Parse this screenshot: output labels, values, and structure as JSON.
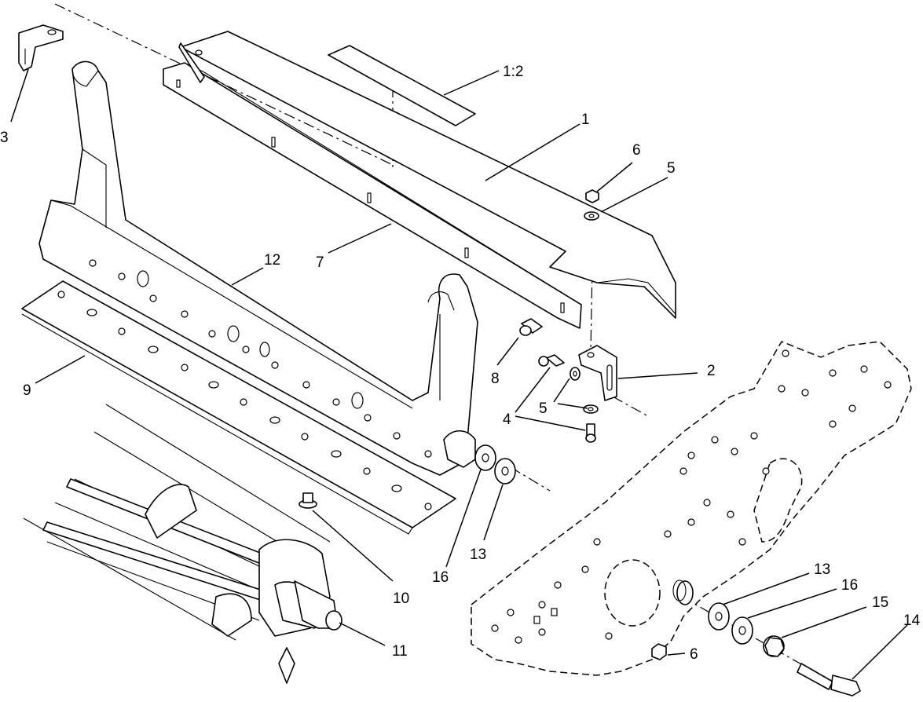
{
  "callouts": {
    "c1": "1",
    "c1_2": "1:2",
    "c2": "2",
    "c3": "3",
    "c4": "4",
    "c5_top": "5",
    "c5_mid": "5",
    "c6_top": "6",
    "c6_bottom": "6",
    "c7": "7",
    "c8": "8",
    "c9": "9",
    "c10": "10",
    "c11": "11",
    "c12": "12",
    "c13_left": "13",
    "c13_right": "13",
    "c14": "14",
    "c15": "15",
    "c16_left": "16",
    "c16_right": "16"
  }
}
